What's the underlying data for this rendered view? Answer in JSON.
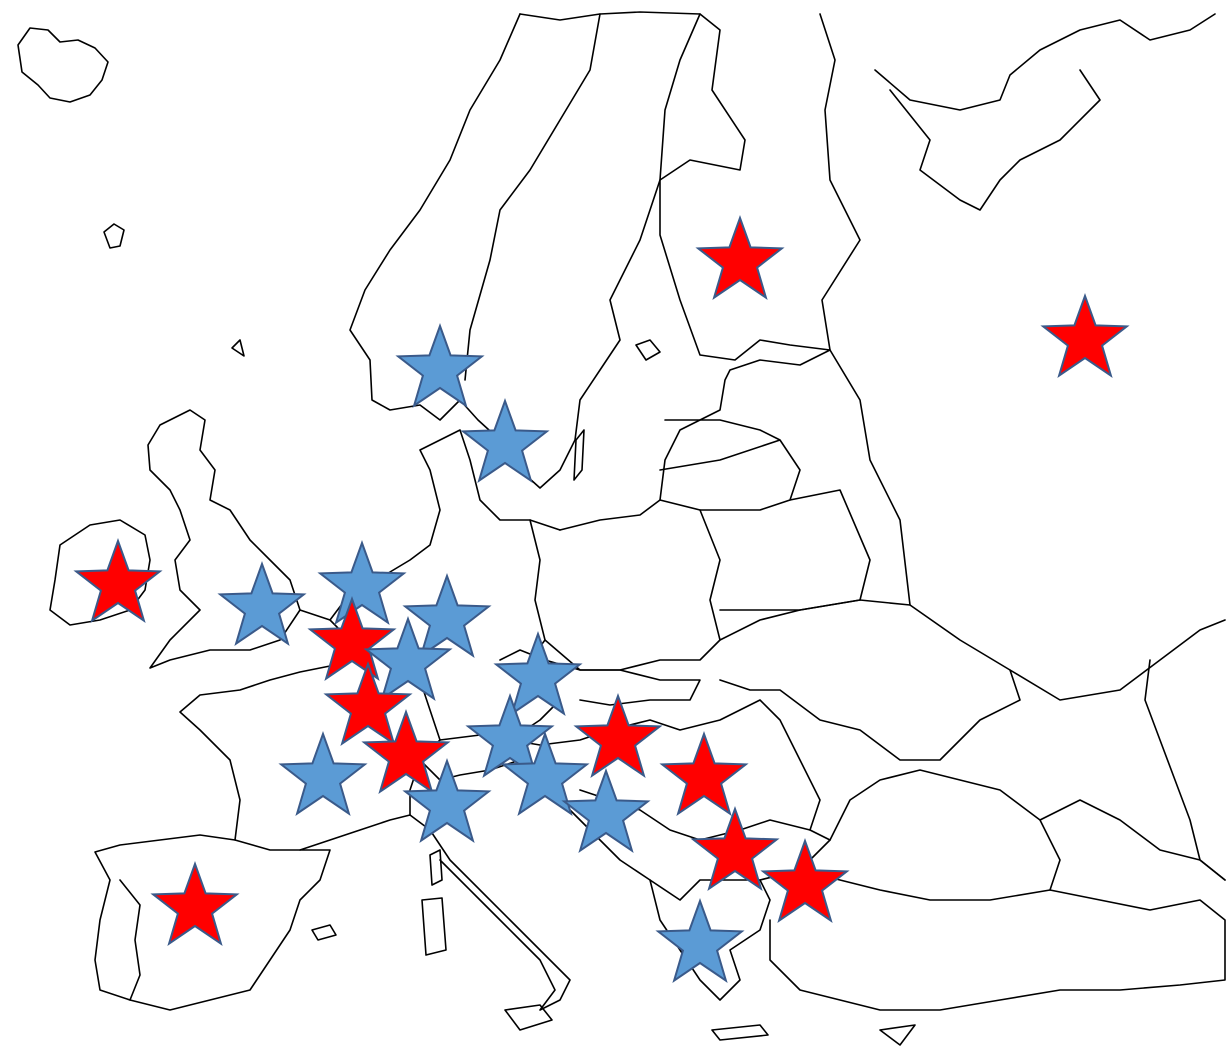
{
  "map": {
    "land_color": "#ffffff",
    "border_color": "#000000",
    "marker_colors": {
      "red": "#ff0000",
      "blue": "#5b9bd5"
    },
    "marker_stroke": "#3a5a8a",
    "markers": [
      {
        "id": "marker-finland",
        "color": "red"
      },
      {
        "id": "marker-russia",
        "color": "red"
      },
      {
        "id": "marker-norway",
        "color": "blue"
      },
      {
        "id": "marker-sweden",
        "color": "blue"
      },
      {
        "id": "marker-ireland",
        "color": "red"
      },
      {
        "id": "marker-uk",
        "color": "blue"
      },
      {
        "id": "marker-netherlands",
        "color": "blue"
      },
      {
        "id": "marker-belgium",
        "color": "red"
      },
      {
        "id": "marker-germany-north",
        "color": "blue"
      },
      {
        "id": "marker-germany-south",
        "color": "blue"
      },
      {
        "id": "marker-luxembourg",
        "color": "red"
      },
      {
        "id": "marker-switzerland",
        "color": "red"
      },
      {
        "id": "marker-france",
        "color": "blue"
      },
      {
        "id": "marker-italy-north",
        "color": "blue"
      },
      {
        "id": "marker-czech",
        "color": "blue"
      },
      {
        "id": "marker-austria",
        "color": "blue"
      },
      {
        "id": "marker-slovenia-croatia",
        "color": "blue"
      },
      {
        "id": "marker-bosnia",
        "color": "blue"
      },
      {
        "id": "marker-hungary",
        "color": "red"
      },
      {
        "id": "marker-romania",
        "color": "red"
      },
      {
        "id": "marker-bulgaria",
        "color": "red"
      },
      {
        "id": "marker-turkey",
        "color": "red"
      },
      {
        "id": "marker-greece",
        "color": "blue"
      },
      {
        "id": "marker-spain",
        "color": "red"
      }
    ]
  }
}
